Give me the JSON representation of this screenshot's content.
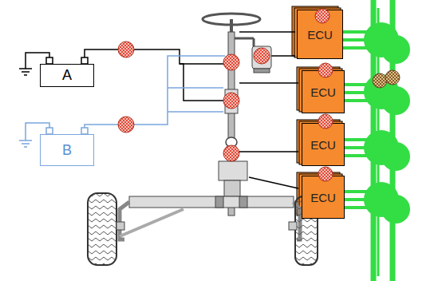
{
  "diagram": {
    "nodes": [
      {
        "text": [
          "A"
        ]
      },
      {
        "text": [
          "B"
        ]
      },
      {
        "text": [
          "ECU"
        ]
      },
      {
        "text": [
          "ECU"
        ]
      },
      {
        "text": [
          "ECU"
        ]
      },
      {
        "text": [
          "ECU"
        ]
      }
    ]
  }
}
